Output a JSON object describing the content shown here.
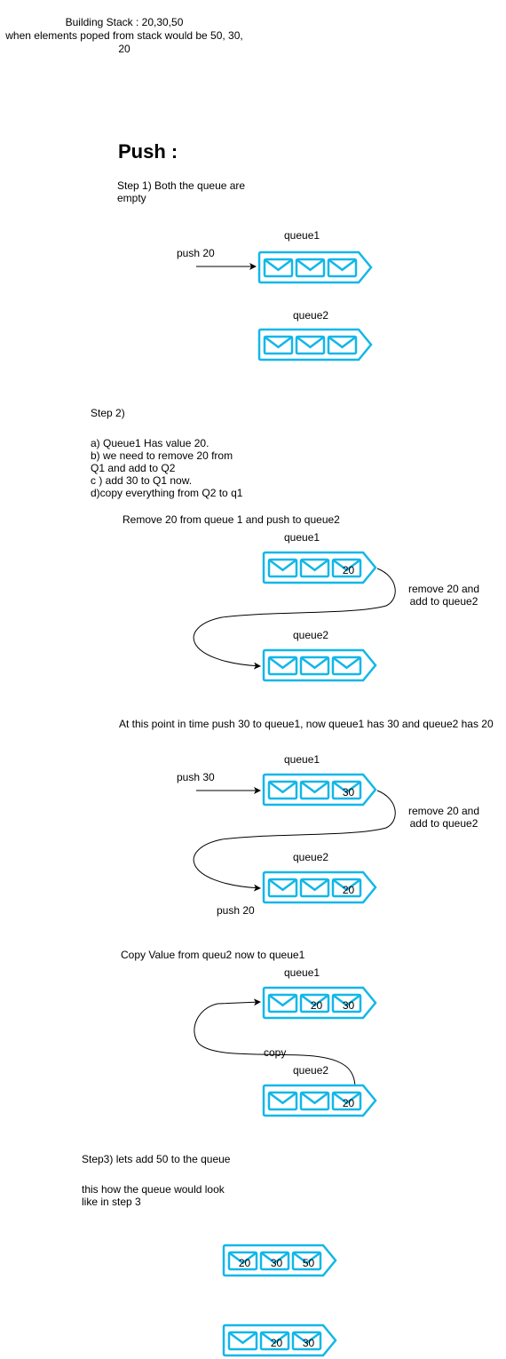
{
  "header": {
    "line1": "Building Stack : 20,30,50",
    "line2": "when elements poped from stack would be 50, 30,",
    "line3": "20"
  },
  "title": "Push :",
  "step1": {
    "line1": "Step 1) Both the queue are",
    "line2": "empty"
  },
  "step2": {
    "heading": "Step 2)",
    "line_a": "a) Queue1 Has value 20.",
    "line_b1": "b) we need to remove 20 from",
    "line_b2": "Q1 and add to Q2",
    "line_c": "c ) add 30 to Q1 now.",
    "line_d": "d)copy everything from Q2 to q1"
  },
  "labels": {
    "queue1": "queue1",
    "queue2": "queue2",
    "push20": "push 20",
    "push30": "push 30",
    "remove_add_1": "remove 20 and",
    "remove_add_2": "add to queue2",
    "copy": "copy"
  },
  "captions": {
    "remove_push": "Remove 20 from queue 1 and push to queue2",
    "point_in_time": "At this point in time push 30 to queue1, now queue1 has 30 and queue2 has 20",
    "copy_value": "Copy Value from queu2 now to queue1"
  },
  "step3": {
    "heading": "Step3) lets add 50 to the queue",
    "line1": "this how the queue would look",
    "line2": "like in step 3"
  },
  "queues": [
    {
      "name": "initial-queue1",
      "values": [
        "",
        "",
        ""
      ]
    },
    {
      "name": "initial-queue2",
      "values": [
        "",
        "",
        ""
      ]
    },
    {
      "name": "remove-queue1",
      "values": [
        "",
        "",
        "20"
      ]
    },
    {
      "name": "remove-queue2",
      "values": [
        "",
        "",
        ""
      ]
    },
    {
      "name": "push30-queue1",
      "values": [
        "",
        "",
        "30"
      ]
    },
    {
      "name": "push30-queue2",
      "values": [
        "",
        "",
        "20"
      ]
    },
    {
      "name": "copy-queue1",
      "values": [
        "",
        "20",
        "30"
      ]
    },
    {
      "name": "copy-queue2",
      "values": [
        "",
        "",
        "20"
      ]
    },
    {
      "name": "step3-queue-a",
      "values": [
        "20",
        "30",
        "50"
      ]
    },
    {
      "name": "step3-queue-b",
      "values": [
        "",
        "20",
        "30"
      ]
    }
  ],
  "colors": {
    "queue_stroke": "#12b7e8",
    "text": "#000000"
  },
  "icons": {
    "queue": "mail-queue-icon",
    "message": "envelope-icon"
  }
}
